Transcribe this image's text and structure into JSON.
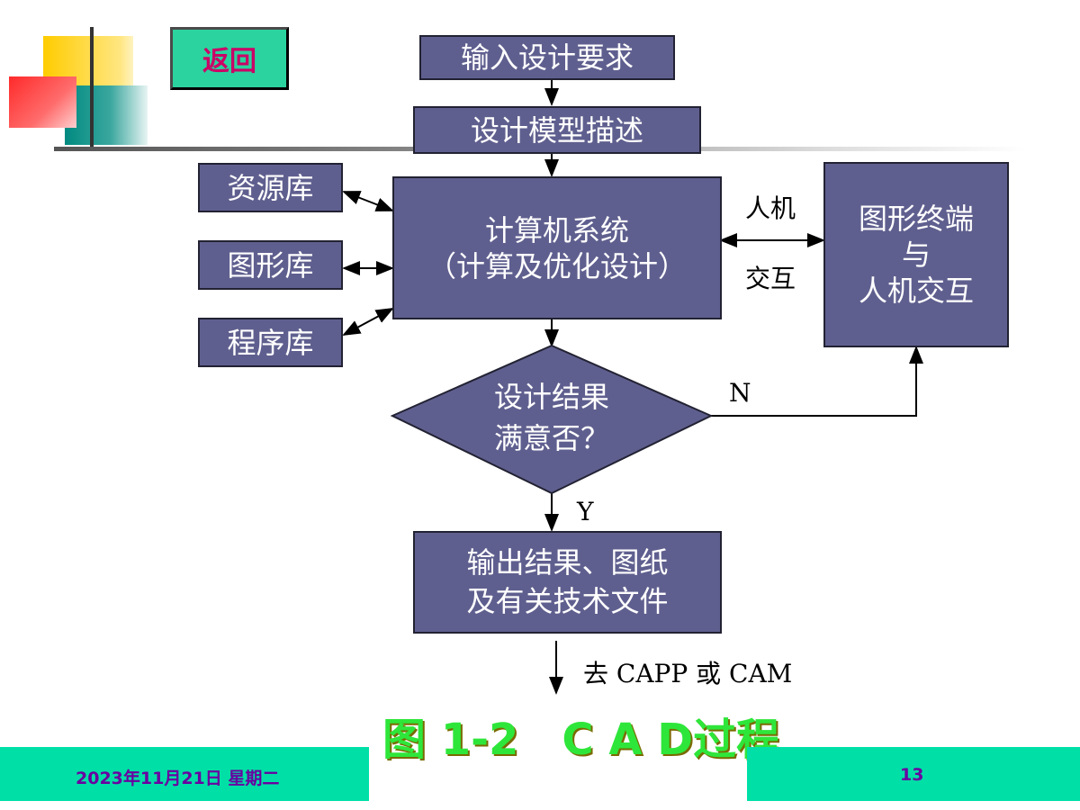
{
  "back_button": "返回",
  "nodes": {
    "input": "输入设计要求",
    "model": "设计模型描述",
    "resource_lib": "资源库",
    "graphics_lib": "图形库",
    "program_lib": "程序库",
    "computer_line1": "计算机系统",
    "computer_line2": "（计算及优化设计）",
    "terminal_line1": "图形终端",
    "terminal_line2": "与",
    "terminal_line3": "人机交互",
    "decision_line1": "设计结果",
    "decision_line2": "满意否？",
    "output_line1": "输出结果、图纸",
    "output_line2": "及有关技术文件"
  },
  "edge_labels": {
    "hci_top": "人机",
    "hci_bottom": "交互",
    "no": "N",
    "yes": "Y",
    "next": "去 CAPP 或 CAM"
  },
  "title": "图 1-2　C A D过程",
  "footer": {
    "date": "2023年11月21日  星期二",
    "page": "13"
  },
  "colors": {
    "box_fill": "#5f5f8f",
    "footer": "#00e0a6",
    "title": "#2ee63a"
  }
}
